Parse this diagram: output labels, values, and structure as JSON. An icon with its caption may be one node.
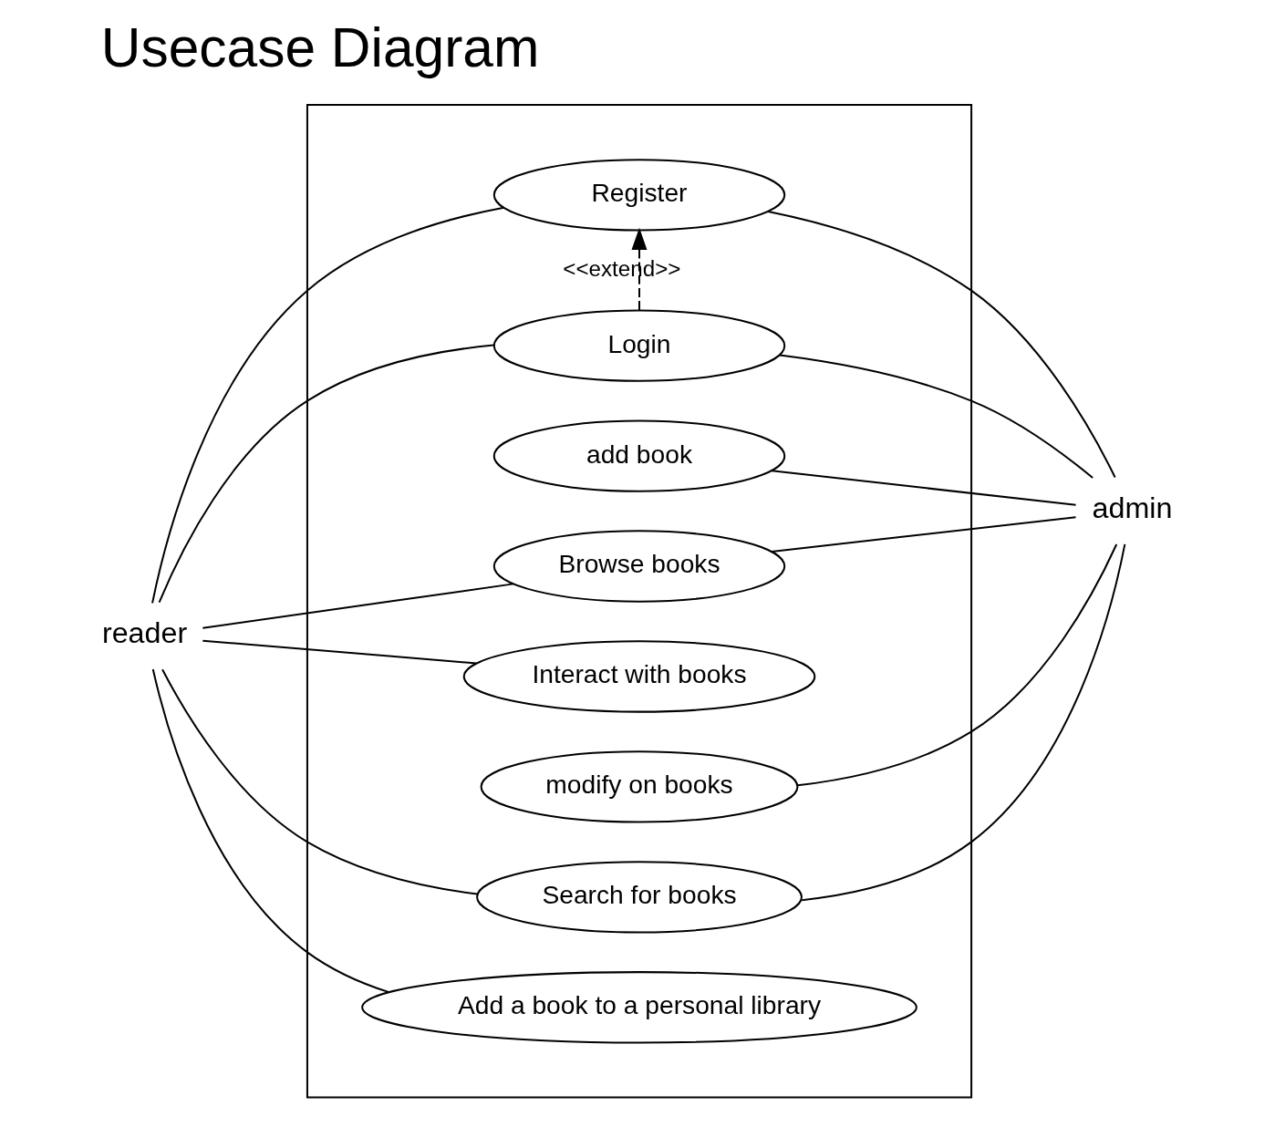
{
  "diagram": {
    "title": "Usecase Diagram",
    "nodes": [
      {
        "text": [],
        "shape": "box"
      },
      {
        "text": [
          "Register"
        ],
        "in": 0
      },
      {
        "text": [
          "Login"
        ],
        "in": 0
      },
      {
        "text": [
          "add book"
        ],
        "in": 0
      },
      {
        "text": [
          "Browse books"
        ],
        "in": 0
      },
      {
        "text": [
          "Interact with books"
        ],
        "in": 0
      },
      {
        "text": [
          "modify on books"
        ],
        "in": 0
      },
      {
        "text": [
          "Search for books"
        ],
        "in": 0
      },
      {
        "text": [
          "Add a book to a personal library"
        ],
        "in": 0
      },
      {
        "text": [
          "reader"
        ]
      },
      {
        "text": [
          "admin"
        ]
      }
    ],
    "edges": [
      {
        "from": 9,
        "to": 1,
        "arrow": "none"
      },
      {
        "from": 9,
        "to": 2,
        "arrow": "none"
      },
      {
        "from": 9,
        "to": 4,
        "arrow": "none"
      },
      {
        "from": 9,
        "to": 5,
        "arrow": "none"
      },
      {
        "from": 9,
        "to": 7,
        "arrow": "none"
      },
      {
        "from": 9,
        "to": 8,
        "arrow": "none"
      },
      {
        "from": 2,
        "to": 1,
        "arrow": "to",
        "label": "<<extend>>",
        "style": "dashed"
      },
      {
        "from": 1,
        "to": 10,
        "arrow": "none"
      },
      {
        "from": 2,
        "to": 10,
        "arrow": "none"
      },
      {
        "from": 3,
        "to": 10,
        "arrow": "none"
      },
      {
        "from": 4,
        "to": 10,
        "arrow": "none"
      },
      {
        "from": 6,
        "to": 10,
        "arrow": "none"
      },
      {
        "from": 7,
        "to": 10,
        "arrow": "none"
      }
    ]
  }
}
